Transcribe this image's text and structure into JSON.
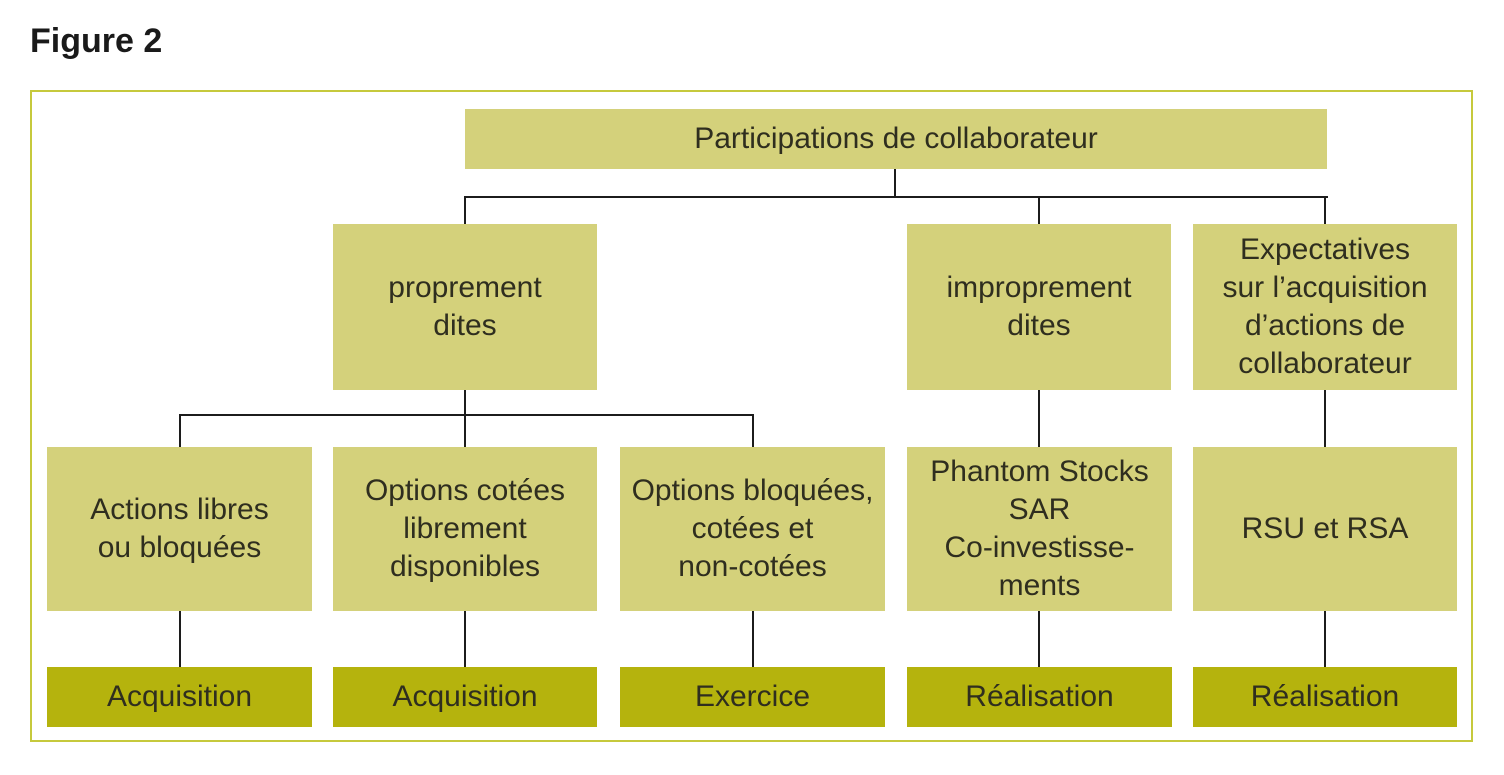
{
  "figure": {
    "label": "Figure 2"
  },
  "colors": {
    "box_light": "#d4d17b",
    "box_dark": "#b5b30d",
    "frame_border": "#c6c93c",
    "connector": "#1c1c1c",
    "text": "#2f2e1f"
  },
  "diagram": {
    "root": {
      "label": "Participations de collaborateur"
    },
    "branches": [
      {
        "label": "proprement\ndites"
      },
      {
        "label": "improprement\ndites"
      },
      {
        "label": "Expectatives\nsur l’acquisition\nd’actions de\ncollaborateur"
      }
    ],
    "instruments": [
      {
        "label": "Actions libres\nou bloquées"
      },
      {
        "label": "Options cotées\nlibrement\ndisponibles"
      },
      {
        "label": "Options bloquées,\ncotées et\nnon-cotées"
      },
      {
        "label": "Phantom Stocks\nSAR\nCo-investisse-\nments"
      },
      {
        "label": "RSU et RSA"
      }
    ],
    "events": [
      {
        "label": "Acquisition"
      },
      {
        "label": "Acquisition"
      },
      {
        "label": "Exercice"
      },
      {
        "label": "Réalisation"
      },
      {
        "label": "Réalisation"
      }
    ]
  }
}
